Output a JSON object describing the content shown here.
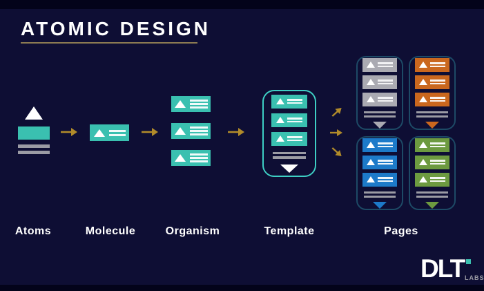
{
  "title": "ATOMIC DESIGN",
  "stages": [
    {
      "label": "Atoms"
    },
    {
      "label": "Molecule"
    },
    {
      "label": "Organism"
    },
    {
      "label": "Template"
    },
    {
      "label": "Pages"
    }
  ],
  "logo": {
    "text": "DLT",
    "sub": "LABS"
  },
  "colors": {
    "background": "#0e0e34",
    "background_edge": "#03031a",
    "teal": "#3ac0b0",
    "teal_outline": "#3ecfc4",
    "gold": "#b18b2a",
    "underline": "#8d7b52",
    "gray_bar": "#9b9ba4",
    "white": "#ffffff",
    "page_outline": "#1d4a66",
    "page_gray": "#aaaab2",
    "page_orange": "#ca671e",
    "page_blue": "#1d7ac9",
    "page_green": "#6d9a40",
    "logo_sub": "#9b9ba4"
  }
}
